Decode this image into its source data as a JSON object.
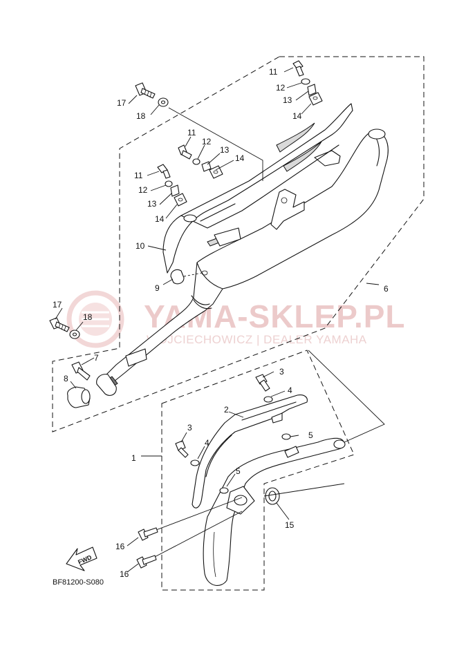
{
  "diagram_code": "BF81200-S080",
  "fwd_label": "FWD",
  "watermark": {
    "title": "YAMA-SKLEP.PL",
    "subtitle": "WOJCIECHOWICZ | DEALER YAMAHA",
    "color": "#e8b7b7"
  },
  "callouts": {
    "c1": "1",
    "c2": "2",
    "c3a": "3",
    "c3b": "3",
    "c4a": "4",
    "c4b": "4",
    "c5a": "5",
    "c5b": "5",
    "c6": "6",
    "c7": "7",
    "c8": "8",
    "c9": "9",
    "c10": "10",
    "c11a": "11",
    "c11b": "11",
    "c11c": "11",
    "c12a": "12",
    "c12b": "12",
    "c12c": "12",
    "c13a": "13",
    "c13b": "13",
    "c13c": "13",
    "c14a": "14",
    "c14b": "14",
    "c14c": "14",
    "c15": "15",
    "c16a": "16",
    "c16b": "16",
    "c17a": "17",
    "c17b": "17",
    "c18a": "18",
    "c18b": "18"
  }
}
